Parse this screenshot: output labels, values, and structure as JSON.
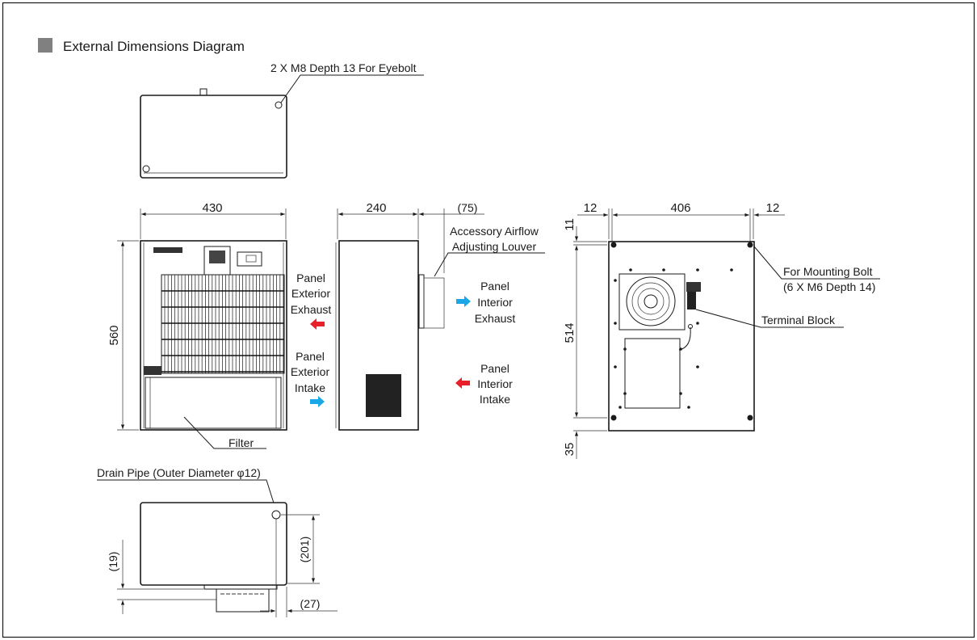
{
  "title": "External Dimensions Diagram",
  "colors": {
    "title_square": "#808080",
    "exhaust_arrow": "#e8202a",
    "intake_arrow": "#1aa7e8"
  },
  "top_view": {
    "eyebolt_label": "2 X M8 Depth 13 For Eyebolt"
  },
  "front_view": {
    "width_dim": "430",
    "height_dim": "560",
    "filter_label": "Filter"
  },
  "side_view": {
    "depth_dim": "240",
    "louver_dim": "(75)",
    "louver_label_line1": "Accessory Airflow",
    "louver_label_line2": "Adjusting Louver"
  },
  "airflow": {
    "ext_exhaust": [
      "Panel",
      "Exterior",
      "Exhaust"
    ],
    "ext_intake": [
      "Panel",
      "Exterior",
      "Intake"
    ],
    "int_exhaust": [
      "Panel",
      "Interior",
      "Exhaust"
    ],
    "int_intake": [
      "Panel",
      "Interior",
      "Intake"
    ]
  },
  "back_view": {
    "dim_left": "12",
    "dim_mid": "406",
    "dim_right": "12",
    "dim_top": "11",
    "dim_height": "514",
    "dim_bottom": "35",
    "mounting_label_line1": "For Mounting Bolt",
    "mounting_label_line2": "(6 X M6 Depth 14)",
    "terminal_label": "Terminal Block"
  },
  "bottom_view": {
    "drain_label": "Drain Pipe (Outer Diameter φ12)",
    "dim_201": "(201)",
    "dim_19": "(19)",
    "dim_27": "(27)"
  }
}
